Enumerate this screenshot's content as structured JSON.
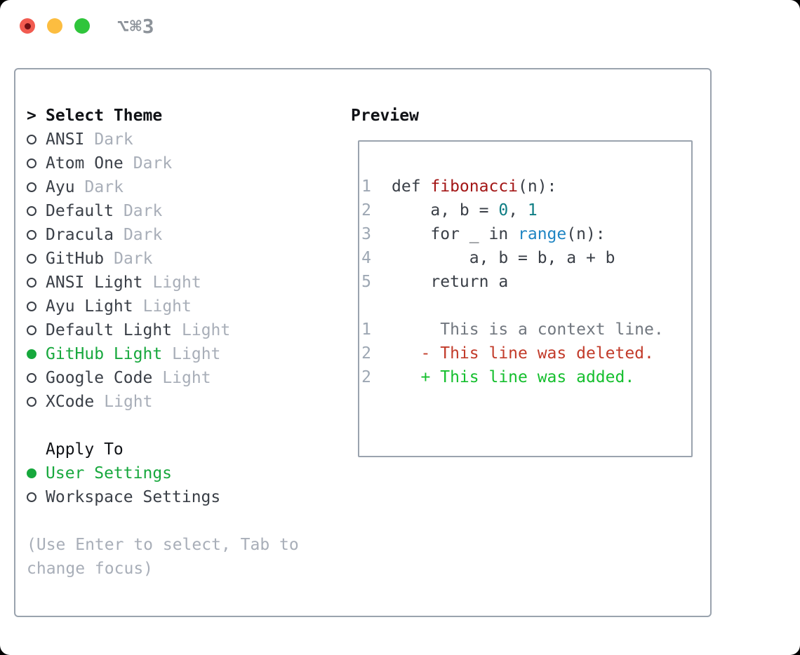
{
  "window": {
    "title": "⌥⌘3"
  },
  "colors": {
    "traffic_red": "#f15b50",
    "traffic_red_core": "#701014",
    "traffic_yellow": "#fcbd40",
    "traffic_green": "#2fc53b",
    "title_gray": "#8d939a",
    "border_gray": "#9aa3ae",
    "heading_black": "#101216",
    "text_dark": "#3a3f47",
    "muted_gray": "#a8aeb8",
    "line_number_gray": "#9da7b3",
    "context_gray": "#71777f",
    "accent_green": "#17a83d",
    "diff_added": "#15bf2e",
    "diff_deleted": "#c23b2a",
    "function_red": "#a31616",
    "number_teal": "#0e7d84",
    "builtin_blue": "#1f85c3"
  },
  "theme_picker": {
    "heading_marker": ">",
    "heading": "Select Theme",
    "themes": [
      {
        "name": "ANSI",
        "tag": "Dark",
        "selected": false
      },
      {
        "name": "Atom One",
        "tag": "Dark",
        "selected": false
      },
      {
        "name": "Ayu",
        "tag": "Dark",
        "selected": false
      },
      {
        "name": "Default",
        "tag": "Dark",
        "selected": false
      },
      {
        "name": "Dracula",
        "tag": "Dark",
        "selected": false
      },
      {
        "name": "GitHub",
        "tag": "Dark",
        "selected": false
      },
      {
        "name": "ANSI Light",
        "tag": "Light",
        "selected": false
      },
      {
        "name": "Ayu Light",
        "tag": "Light",
        "selected": false
      },
      {
        "name": "Default Light",
        "tag": "Light",
        "selected": false
      },
      {
        "name": "GitHub Light",
        "tag": "Light",
        "selected": true
      },
      {
        "name": "Google Code",
        "tag": "Light",
        "selected": false
      },
      {
        "name": "XCode",
        "tag": "Light",
        "selected": false
      }
    ],
    "apply_to": {
      "heading": "Apply To",
      "options": [
        {
          "name": "User Settings",
          "selected": true
        },
        {
          "name": "Workspace Settings",
          "selected": false
        }
      ]
    },
    "hint_lines": [
      "(Use Enter to select, Tab to",
      "change focus)"
    ]
  },
  "preview": {
    "heading": "Preview",
    "code_lines": [
      {
        "num": "1",
        "tokens": [
          {
            "text": "def ",
            "style": "plain"
          },
          {
            "text": "fibonacci",
            "style": "function"
          },
          {
            "text": "(n):",
            "style": "plain"
          }
        ]
      },
      {
        "num": "2",
        "tokens": [
          {
            "text": "    a, b = ",
            "style": "plain"
          },
          {
            "text": "0",
            "style": "number"
          },
          {
            "text": ", ",
            "style": "plain"
          },
          {
            "text": "1",
            "style": "number"
          }
        ]
      },
      {
        "num": "3",
        "tokens": [
          {
            "text": "    for _ in ",
            "style": "plain"
          },
          {
            "text": "range",
            "style": "builtin"
          },
          {
            "text": "(n):",
            "style": "plain"
          }
        ]
      },
      {
        "num": "4",
        "tokens": [
          {
            "text": "        a, b = b, a + b",
            "style": "plain"
          }
        ]
      },
      {
        "num": "5",
        "tokens": [
          {
            "text": "    return a",
            "style": "plain"
          }
        ]
      },
      {
        "num": "",
        "tokens": []
      },
      {
        "num": "1",
        "tokens": [
          {
            "text": "     This is a context line.",
            "style": "context"
          }
        ]
      },
      {
        "num": "2",
        "tokens": [
          {
            "text": "   - This line was deleted.",
            "style": "deleted"
          }
        ]
      },
      {
        "num": "2",
        "tokens": [
          {
            "text": "   + This line was added.",
            "style": "added"
          }
        ]
      }
    ]
  }
}
